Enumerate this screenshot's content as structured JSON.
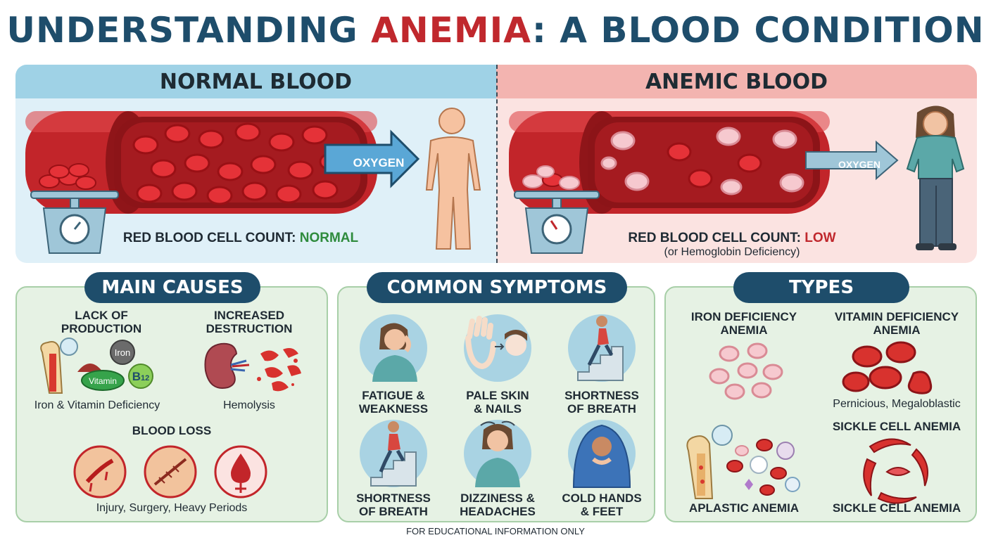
{
  "title": {
    "part1": "UNDERSTANDING ",
    "accent": "ANEMIA",
    "part2": ": A BLOOD CONDITION"
  },
  "normal": {
    "heading": "NORMAL BLOOD",
    "arrow_label": "OXYGEN",
    "count_prefix": "RED BLOOD CELL COUNT: ",
    "count_value": "NORMAL"
  },
  "anemic": {
    "heading": "ANEMIC BLOOD",
    "arrow_label": "OXYGEN",
    "count_prefix": "RED BLOOD CELL COUNT: ",
    "count_value": "LOW",
    "count_note": "(or Hemoglobin Deficiency)"
  },
  "causes": {
    "heading": "MAIN CAUSES",
    "lack": {
      "line1": "LACK OF",
      "line2": "PRODUCTION",
      "caption": "Iron & Vitamin Deficiency",
      "badge_iron": "Iron",
      "badge_vitamin": "Vitamin",
      "badge_b": "B",
      "badge_12": "12"
    },
    "destruction": {
      "line1": "INCREASED",
      "line2": "DESTRUCTION",
      "caption": "Hemolysis"
    },
    "loss": {
      "heading": "BLOOD LOSS",
      "caption": "Injury, Surgery, Heavy Periods"
    }
  },
  "symptoms": {
    "heading": "COMMON SYMPTOMS",
    "items": [
      {
        "line1": "FATIGUE &",
        "line2": "WEAKNESS"
      },
      {
        "line1": "PALE SKIN",
        "line2": "& NAILS"
      },
      {
        "line1": "SHORTNESS",
        "line2": "OF BREATH"
      },
      {
        "line1": "SHORTNESS",
        "line2": "OF BREATH"
      },
      {
        "line1": "DIZZINESS &",
        "line2": "HEADACHES"
      },
      {
        "line1": "COLD HANDS",
        "line2": "& FEET"
      }
    ]
  },
  "types": {
    "heading": "TYPES",
    "iron": {
      "line1": "IRON DEFICIENCY",
      "line2": "ANEMIA"
    },
    "vitamin": {
      "line1": "VITAMIN DEFICIENCY",
      "line2": "ANEMIA",
      "caption": "Pernicious, Megaloblastic"
    },
    "sickle_heading": "SICKLE CELL ANEMIA",
    "aplastic": "APLASTIC ANEMIA",
    "sickle_caption": "SICKLE CELL ANEMIA"
  },
  "footer": "FOR EDUCATIONAL INFORMATION ONLY",
  "colors": {
    "navy": "#1e4d6b",
    "blood": "#c0282d",
    "ok": "#2e8b3d",
    "pale_cell": "#f6c9cf"
  }
}
